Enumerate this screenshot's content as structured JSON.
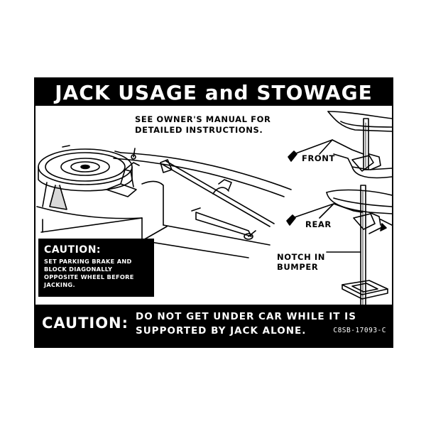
{
  "decal": {
    "title": "JACK USAGE and STOWAGE",
    "instructions": {
      "line1": "SEE OWNER'S MANUAL FOR",
      "line2": "DETAILED INSTRUCTIONS."
    },
    "labels": {
      "front": "FRONT",
      "rear": "REAR",
      "notch_line1": "NOTCH IN",
      "notch_line2": "BUMPER"
    },
    "caution_box": {
      "heading": "CAUTION:",
      "lines": [
        "SET PARKING BRAKE AND",
        "BLOCK DIAGONALLY",
        "OPPOSITE WHEEL BEFORE",
        "JACKING."
      ]
    },
    "bottom_warning": {
      "heading": "CAUTION:",
      "line1": "DO NOT GET UNDER CAR WHILE IT IS",
      "line2": "SUPPORTED BY JACK ALONE.",
      "part_number": "C8SB-17093-C"
    }
  },
  "colors": {
    "ink": "#000000",
    "paper": "#ffffff"
  }
}
